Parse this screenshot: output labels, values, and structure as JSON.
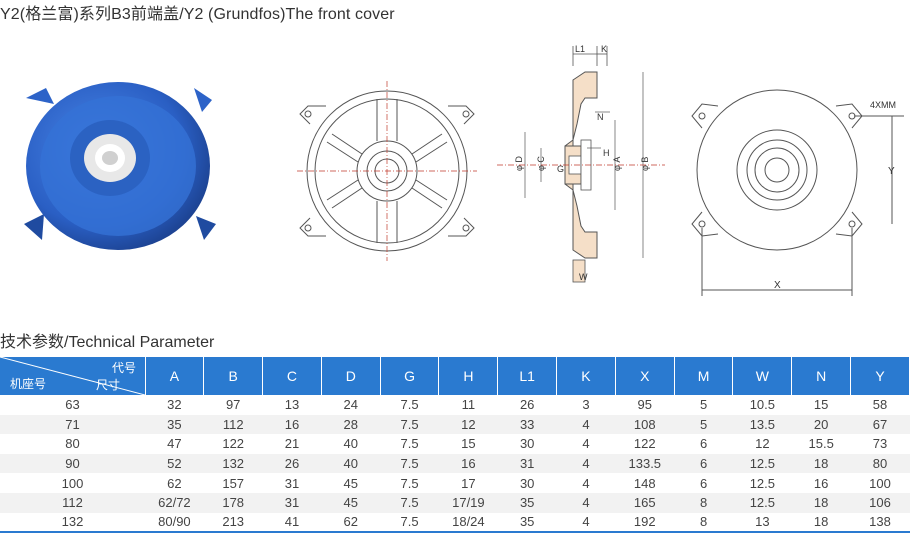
{
  "header": {
    "title": "Y2(格兰富)系列B3前端盖/Y2 (Grundfos)The front cover"
  },
  "drawing": {
    "side_labels": [
      "L1",
      "K",
      "N",
      "H",
      "G",
      "φ C",
      "φ D",
      "φ A",
      "φ B",
      "W"
    ],
    "back_labels": [
      "4XMM",
      "Y",
      "X"
    ]
  },
  "section": {
    "title": "技术参数/Technical Parameter"
  },
  "table": {
    "corner_top": "代号",
    "corner_mid": "尺寸",
    "corner_left": "机座号",
    "columns": [
      "A",
      "B",
      "C",
      "D",
      "G",
      "H",
      "L1",
      "K",
      "X",
      "M",
      "W",
      "N",
      "Y"
    ],
    "rows": [
      [
        "63",
        "32",
        "97",
        "13",
        "24",
        "7.5",
        "11",
        "26",
        "3",
        "95",
        "5",
        "10.5",
        "15",
        "58"
      ],
      [
        "71",
        "35",
        "112",
        "16",
        "28",
        "7.5",
        "12",
        "33",
        "4",
        "108",
        "5",
        "13.5",
        "20",
        "67"
      ],
      [
        "80",
        "47",
        "122",
        "21",
        "40",
        "7.5",
        "15",
        "30",
        "4",
        "122",
        "6",
        "12",
        "15.5",
        "73"
      ],
      [
        "90",
        "52",
        "132",
        "26",
        "40",
        "7.5",
        "16",
        "31",
        "4",
        "133.5",
        "6",
        "12.5",
        "18",
        "80"
      ],
      [
        "100",
        "62",
        "157",
        "31",
        "45",
        "7.5",
        "17",
        "30",
        "4",
        "148",
        "6",
        "12.5",
        "16",
        "100"
      ],
      [
        "112",
        "62/72",
        "178",
        "31",
        "45",
        "7.5",
        "17/19",
        "35",
        "4",
        "165",
        "8",
        "12.5",
        "18",
        "106"
      ],
      [
        "132",
        "80/90",
        "213",
        "41",
        "62",
        "7.5",
        "18/24",
        "35",
        "4",
        "192",
        "8",
        "13",
        "18",
        "138"
      ]
    ]
  },
  "colors": {
    "header_blue": "#2a7ad0",
    "cover_blue": "#2a5fc4",
    "section_fill": "#f5dfc8",
    "dimension_red": "#c0392b"
  }
}
